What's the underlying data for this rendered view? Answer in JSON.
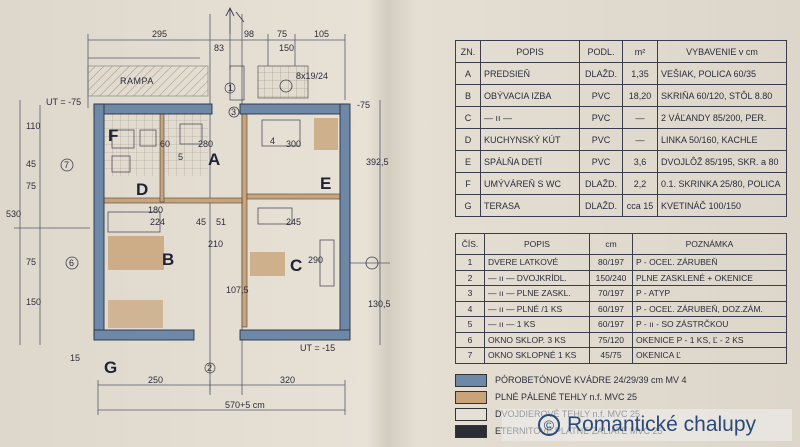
{
  "plan": {
    "dims_top": [
      "295",
      "98",
      "75",
      "105"
    ],
    "dim_small_top": [
      "83",
      "150"
    ],
    "rampa": "RAMPA",
    "ut_left": "UT = -75",
    "ut_right": "-75",
    "ut_bottom": "UT = -15",
    "dims_left": [
      "110",
      "45",
      "75",
      "530",
      "150",
      "75"
    ],
    "dims_right": [
      "392,5",
      "130,5",
      "15"
    ],
    "dims_interior": [
      "180",
      "60",
      "224",
      "45",
      "51",
      "245",
      "290",
      "300",
      "107,5",
      "210",
      "280",
      "8x19/24"
    ],
    "axis_marks": [
      "1",
      "2",
      "3",
      "4",
      "5",
      "6",
      "7"
    ],
    "dims_bottom": [
      "250",
      "320",
      "570+5 cm"
    ],
    "rooms": [
      "A",
      "B",
      "C",
      "D",
      "E",
      "F",
      "G"
    ]
  },
  "table1": {
    "headers": [
      "ZN.",
      "POPIS",
      "PODL.",
      "m²",
      "VYBAVENIE v cm"
    ],
    "rows": [
      [
        "A",
        "PREDSIEŇ",
        "DLAŽD.",
        "1,35",
        "VEŠIAK, POLICA 60/35"
      ],
      [
        "B",
        "OBÝVACIA IZBA",
        "PVC",
        "18,20",
        "SKRIŇA 60/120, STÔL 8.80"
      ],
      [
        "C",
        "— ıı —",
        "PVC",
        "—",
        "2 VÁĽANDY 85/200, PER."
      ],
      [
        "D",
        "KUCHYNSKÝ KÚT",
        "PVC",
        "—",
        "LINKA 50/160, KACHLE"
      ],
      [
        "E",
        "SPÁLŇA DETÍ",
        "PVC",
        "3,6",
        "DVOJLÔŽ 85/195, SKR. a 80"
      ],
      [
        "F",
        "UMÝVÁREŇ S WC",
        "DLAŽD.",
        "2,2",
        "0.1. SKRINKA 25/80, POLICA"
      ],
      [
        "G",
        "TERASA",
        "DLAŽD.",
        "cca 15",
        "KVETINÁČ 100/150"
      ]
    ]
  },
  "table2": {
    "headers": [
      "ČÍS.",
      "POPIS",
      "cm",
      "POZNÁMKA"
    ],
    "rows": [
      [
        "1",
        "DVERE LATKOVÉ",
        "80/197",
        "P - OCEĽ. ZÁRUBEŇ"
      ],
      [
        "2",
        "— ıı — DVOJKRÍDL.",
        "150/240",
        "PLNE ZASKLENÉ + OKENICE"
      ],
      [
        "3",
        "— ıı — PLNE ZASKL.",
        "70/197",
        "P - ATYP"
      ],
      [
        "4",
        "— ıı — PLNÉ /1 KS",
        "60/197",
        "P - OCEĽ. ZÁRUBEŇ, DOZ.ZÁM."
      ],
      [
        "5",
        "— ıı — 1 KS",
        "60/197",
        "P - ıı - SO ZÁSTRČKOU"
      ],
      [
        "6",
        "OKNO SKLOP. 3 KS",
        "75/120",
        "OKENICE P - 1 KS, Ľ - 2 KS"
      ],
      [
        "7",
        "OKNO SKLOPNÉ 1 KS",
        "45/75",
        "OKENICA Ľ"
      ]
    ]
  },
  "legend": [
    {
      "text": "PÓROBETÓNOVÉ KVÁDRE 24/29/39 cm MV 4",
      "color": "#6e88a8"
    },
    {
      "text": "PLNÉ PÁLENÉ TEHLY n.f. MVC 25",
      "color": "#c9a47a"
    },
    {
      "text": "DVOJDIEROVÉ TEHLY n.f. MVC 25",
      "color": "#e4e0d8"
    },
    {
      "text": "ETERNITOVÉ PLATNE ZALIATE MVC 25",
      "color": "#2a2c36"
    }
  ],
  "watermark": "Romantické chalupy"
}
